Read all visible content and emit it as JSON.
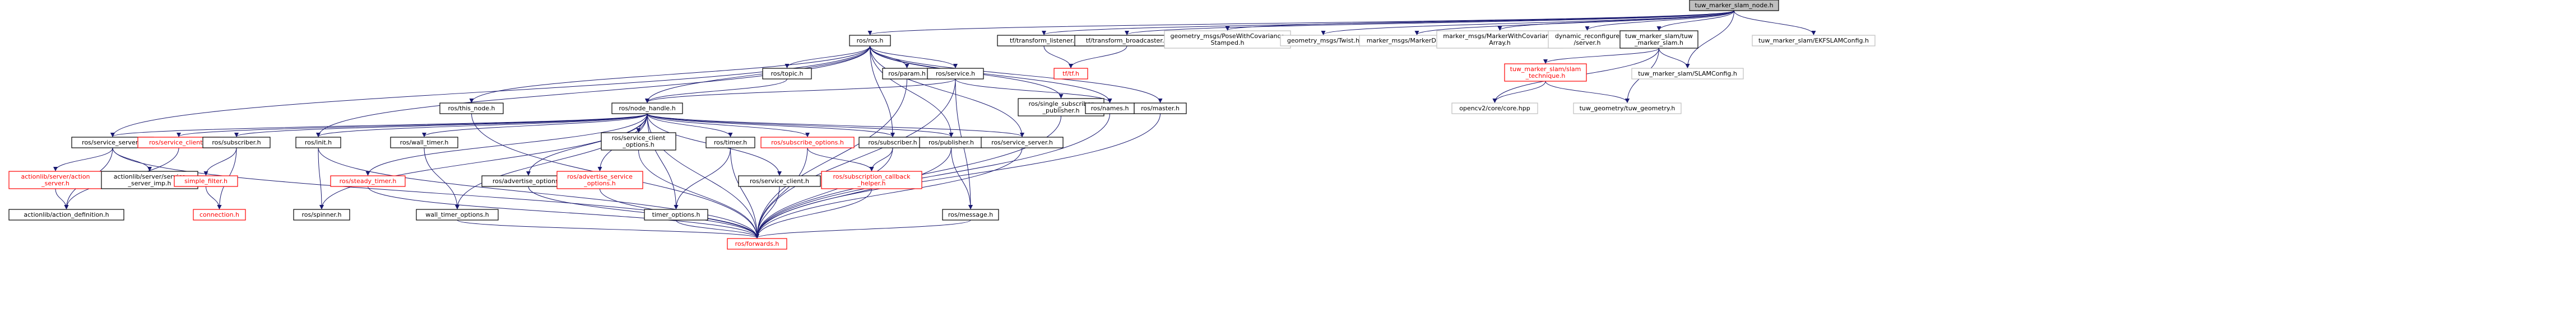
{
  "graph": {
    "nodes": [
      {
        "id": "root",
        "lines": [
          "tuw_marker_slam_node.h"
        ],
        "kind": "root"
      },
      {
        "id": "ros_ros",
        "lines": [
          "ros/ros.h"
        ],
        "kind": "doc"
      },
      {
        "id": "tf_listener",
        "lines": [
          "tf/transform_listener.h"
        ],
        "kind": "doc"
      },
      {
        "id": "tf_broadcaster",
        "lines": [
          "tf/transform_broadcaster.h"
        ],
        "kind": "doc"
      },
      {
        "id": "geo_posecov",
        "lines": [
          "geometry_msgs/PoseWithCovariance",
          "Stamped.h"
        ],
        "kind": "ext"
      },
      {
        "id": "geo_twist",
        "lines": [
          "geometry_msgs/Twist.h"
        ],
        "kind": "ext"
      },
      {
        "id": "marker_detection",
        "lines": [
          "marker_msgs/MarkerDetection.h"
        ],
        "kind": "ext"
      },
      {
        "id": "marker_withcov",
        "lines": [
          "marker_msgs/MarkerWithCovariance",
          "Array.h"
        ],
        "kind": "ext"
      },
      {
        "id": "dyn_server",
        "lines": [
          "dynamic_reconfigure",
          "/server.h"
        ],
        "kind": "ext"
      },
      {
        "id": "tuw_slam",
        "lines": [
          "tuw_marker_slam/tuw",
          "_marker_slam.h"
        ],
        "kind": "doc"
      },
      {
        "id": "ekf_config",
        "lines": [
          "tuw_marker_slam/EKFSLAMConfig.h"
        ],
        "kind": "ext"
      },
      {
        "id": "tf_tf",
        "lines": [
          "tf/tf.h"
        ],
        "kind": "red"
      },
      {
        "id": "slam_technique",
        "lines": [
          "tuw_marker_slam/slam",
          "_technique.h"
        ],
        "kind": "red"
      },
      {
        "id": "slam_config",
        "lines": [
          "tuw_marker_slam/SLAMConfig.h"
        ],
        "kind": "ext"
      },
      {
        "id": "opencv_core",
        "lines": [
          "opencv2/core/core.hpp"
        ],
        "kind": "ext"
      },
      {
        "id": "tuw_geometry",
        "lines": [
          "tuw_geometry/tuw_geometry.h"
        ],
        "kind": "ext"
      },
      {
        "id": "ros_topic",
        "lines": [
          "ros/topic.h"
        ],
        "kind": "doc"
      },
      {
        "id": "ros_param",
        "lines": [
          "ros/param.h"
        ],
        "kind": "doc"
      },
      {
        "id": "ros_service",
        "lines": [
          "ros/service.h"
        ],
        "kind": "doc"
      },
      {
        "id": "ros_this_node",
        "lines": [
          "ros/this_node.h"
        ],
        "kind": "doc"
      },
      {
        "id": "ros_single_sub_pub",
        "lines": [
          "ros/single_subscriber",
          "_publisher.h"
        ],
        "kind": "doc"
      },
      {
        "id": "ros_names",
        "lines": [
          "ros/names.h"
        ],
        "kind": "doc"
      },
      {
        "id": "ros_master",
        "lines": [
          "ros/master.h"
        ],
        "kind": "doc"
      },
      {
        "id": "ros_node_handle",
        "lines": [
          "ros/node_handle.h"
        ],
        "kind": "doc"
      },
      {
        "id": "ros_service_server_a",
        "lines": [
          "ros/service_server.h"
        ],
        "kind": "doc"
      },
      {
        "id": "ros_service_client_red",
        "lines": [
          "ros/service_client.h"
        ],
        "kind": "red"
      },
      {
        "id": "ros_subscriber_a",
        "lines": [
          "ros/subscriber.h"
        ],
        "kind": "doc"
      },
      {
        "id": "ros_init",
        "lines": [
          "ros/init.h"
        ],
        "kind": "doc"
      },
      {
        "id": "ros_wall_timer",
        "lines": [
          "ros/wall_timer.h"
        ],
        "kind": "doc"
      },
      {
        "id": "ros_service_client_opts",
        "lines": [
          "ros/service_client",
          "_options.h"
        ],
        "kind": "doc"
      },
      {
        "id": "ros_timer",
        "lines": [
          "ros/timer.h"
        ],
        "kind": "doc"
      },
      {
        "id": "ros_subscribe_opts",
        "lines": [
          "ros/subscribe_options.h"
        ],
        "kind": "red"
      },
      {
        "id": "ros_subscriber_b",
        "lines": [
          "ros/subscriber.h"
        ],
        "kind": "doc"
      },
      {
        "id": "ros_publisher",
        "lines": [
          "ros/publisher.h"
        ],
        "kind": "doc"
      },
      {
        "id": "ros_service_server_b",
        "lines": [
          "ros/service_server.h"
        ],
        "kind": "doc"
      },
      {
        "id": "actionlib_server",
        "lines": [
          "actionlib/server/action",
          "_server.h"
        ],
        "kind": "red"
      },
      {
        "id": "actionlib_service_imp",
        "lines": [
          "actionlib/server/service",
          "_server_imp.h"
        ],
        "kind": "doc"
      },
      {
        "id": "simple_filter",
        "lines": [
          "simple_filter.h"
        ],
        "kind": "red"
      },
      {
        "id": "ros_steady_timer",
        "lines": [
          "ros/steady_timer.h"
        ],
        "kind": "red"
      },
      {
        "id": "ros_advertise_opts",
        "lines": [
          "ros/advertise_options.h"
        ],
        "kind": "doc"
      },
      {
        "id": "ros_advertise_service_opts",
        "lines": [
          "ros/advertise_service",
          "_options.h"
        ],
        "kind": "red"
      },
      {
        "id": "ros_service_client",
        "lines": [
          "ros/service_client.h"
        ],
        "kind": "doc"
      },
      {
        "id": "ros_sub_callback_helper",
        "lines": [
          "ros/subscription_callback",
          "_helper.h"
        ],
        "kind": "red"
      },
      {
        "id": "actionlib_action_def",
        "lines": [
          "actionlib/action_definition.h"
        ],
        "kind": "doc"
      },
      {
        "id": "connection",
        "lines": [
          "connection.h"
        ],
        "kind": "red"
      },
      {
        "id": "ros_spinner",
        "lines": [
          "ros/spinner.h"
        ],
        "kind": "doc"
      },
      {
        "id": "wall_timer_opts",
        "lines": [
          "wall_timer_options.h"
        ],
        "kind": "doc"
      },
      {
        "id": "timer_opts",
        "lines": [
          "timer_options.h"
        ],
        "kind": "doc"
      },
      {
        "id": "ros_message",
        "lines": [
          "ros/message.h"
        ],
        "kind": "doc"
      },
      {
        "id": "ros_forwards",
        "lines": [
          "ros/forwards.h"
        ],
        "kind": "red"
      }
    ],
    "edges": [
      [
        "root",
        "ros_ros"
      ],
      [
        "root",
        "tf_listener"
      ],
      [
        "root",
        "tf_broadcaster"
      ],
      [
        "root",
        "geo_posecov"
      ],
      [
        "root",
        "geo_twist"
      ],
      [
        "root",
        "marker_detection"
      ],
      [
        "root",
        "marker_withcov"
      ],
      [
        "root",
        "dyn_server"
      ],
      [
        "root",
        "tuw_slam"
      ],
      [
        "root",
        "ekf_config"
      ],
      [
        "root",
        "slam_config"
      ],
      [
        "tf_listener",
        "tf_tf"
      ],
      [
        "tf_broadcaster",
        "tf_tf"
      ],
      [
        "tuw_slam",
        "slam_technique"
      ],
      [
        "tuw_slam",
        "slam_config"
      ],
      [
        "tuw_slam",
        "opencv_core"
      ],
      [
        "tuw_slam",
        "tuw_geometry"
      ],
      [
        "slam_technique",
        "opencv_core"
      ],
      [
        "slam_technique",
        "tuw_geometry"
      ],
      [
        "ros_ros",
        "ros_topic"
      ],
      [
        "ros_ros",
        "ros_param"
      ],
      [
        "ros_ros",
        "ros_service"
      ],
      [
        "ros_ros",
        "ros_this_node"
      ],
      [
        "ros_ros",
        "ros_single_sub_pub"
      ],
      [
        "ros_ros",
        "ros_names"
      ],
      [
        "ros_ros",
        "ros_master"
      ],
      [
        "ros_ros",
        "ros_node_handle"
      ],
      [
        "ros_ros",
        "ros_service_server_a"
      ],
      [
        "ros_ros",
        "ros_init"
      ],
      [
        "ros_ros",
        "ros_subscriber_b"
      ],
      [
        "ros_ros",
        "ros_publisher"
      ],
      [
        "ros_ros",
        "ros_service_server_b"
      ],
      [
        "ros_topic",
        "ros_node_handle"
      ],
      [
        "ros_service",
        "ros_node_handle"
      ],
      [
        "ros_service",
        "ros_names"
      ],
      [
        "ros_service",
        "ros_message"
      ],
      [
        "ros_service",
        "ros_forwards"
      ],
      [
        "ros_param",
        "ros_forwards"
      ],
      [
        "ros_this_node",
        "ros_forwards"
      ],
      [
        "ros_single_sub_pub",
        "ros_forwards"
      ],
      [
        "ros_names",
        "ros_forwards"
      ],
      [
        "ros_master",
        "ros_forwards"
      ],
      [
        "ros_node_handle",
        "ros_service_server_a"
      ],
      [
        "ros_node_handle",
        "ros_service_client_red"
      ],
      [
        "ros_node_handle",
        "ros_subscriber_a"
      ],
      [
        "ros_node_handle",
        "ros_init"
      ],
      [
        "ros_node_handle",
        "ros_wall_timer"
      ],
      [
        "ros_node_handle",
        "ros_service_client_opts"
      ],
      [
        "ros_node_handle",
        "ros_timer"
      ],
      [
        "ros_node_handle",
        "ros_subscribe_opts"
      ],
      [
        "ros_node_handle",
        "ros_subscriber_b"
      ],
      [
        "ros_node_handle",
        "ros_publisher"
      ],
      [
        "ros_node_handle",
        "ros_service_server_b"
      ],
      [
        "ros_node_handle",
        "ros_steady_timer"
      ],
      [
        "ros_node_handle",
        "ros_advertise_opts"
      ],
      [
        "ros_node_handle",
        "ros_advertise_service_opts"
      ],
      [
        "ros_node_handle",
        "ros_service_client"
      ],
      [
        "ros_node_handle",
        "ros_spinner"
      ],
      [
        "ros_node_handle",
        "wall_timer_opts"
      ],
      [
        "ros_node_handle",
        "timer_opts"
      ],
      [
        "ros_node_handle",
        "ros_forwards"
      ],
      [
        "ros_service_server_a",
        "actionlib_server"
      ],
      [
        "ros_service_server_a",
        "actionlib_service_imp"
      ],
      [
        "ros_service_server_a",
        "actionlib_action_def"
      ],
      [
        "ros_service_server_a",
        "ros_forwards"
      ],
      [
        "actionlib_server",
        "actionlib_action_def"
      ],
      [
        "ros_service_client_red",
        "actionlib_action_def"
      ],
      [
        "ros_subscriber_a",
        "simple_filter"
      ],
      [
        "ros_subscriber_a",
        "connection"
      ],
      [
        "simple_filter",
        "connection"
      ],
      [
        "ros_init",
        "ros_spinner"
      ],
      [
        "ros_init",
        "ros_forwards"
      ],
      [
        "ros_wall_timer",
        "wall_timer_opts"
      ],
      [
        "ros_timer",
        "timer_opts"
      ],
      [
        "ros_timer",
        "ros_forwards"
      ],
      [
        "ros_subscribe_opts",
        "ros_sub_callback_helper"
      ],
      [
        "ros_subscribe_opts",
        "ros_forwards"
      ],
      [
        "ros_subscriber_b",
        "ros_sub_callback_helper"
      ],
      [
        "ros_subscriber_b",
        "ros_forwards"
      ],
      [
        "ros_publisher",
        "ros_message"
      ],
      [
        "ros_publisher",
        "ros_forwards"
      ],
      [
        "ros_service_server_b",
        "ros_forwards"
      ],
      [
        "ros_sub_callback_helper",
        "ros_forwards"
      ],
      [
        "ros_steady_timer",
        "ros_forwards"
      ],
      [
        "ros_advertise_opts",
        "ros_forwards"
      ],
      [
        "ros_advertise_service_opts",
        "ros_forwards"
      ],
      [
        "ros_service_client",
        "ros_forwards"
      ],
      [
        "ros_service_client_opts",
        "ros_forwards"
      ],
      [
        "wall_timer_opts",
        "ros_forwards"
      ],
      [
        "timer_opts",
        "ros_forwards"
      ],
      [
        "ros_message",
        "ros_forwards"
      ]
    ]
  },
  "style": {
    "edge_color": "#191970",
    "doc_border": "#000000",
    "red_border": "#ff0000",
    "ext_border": "#bfbfbf",
    "root_fill": "#bfbfbf",
    "red_text": "#ff0000",
    "ext_text": "#000000"
  }
}
